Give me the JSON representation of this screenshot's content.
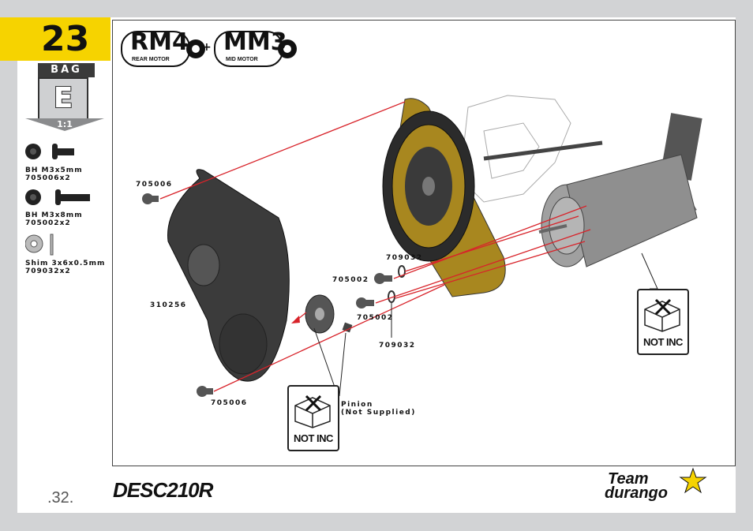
{
  "step": {
    "number": "23"
  },
  "bag": {
    "label": "BAG",
    "letter": "E",
    "scale": "1:1"
  },
  "hardware": [
    {
      "name": "BH M3x5mm",
      "part": "705006x2"
    },
    {
      "name": "BH M3x8mm",
      "part": "705002x2"
    },
    {
      "name": "Shim 3x6x0.5mm",
      "part": "709032x2"
    }
  ],
  "models": [
    {
      "code": "RM4",
      "sub": "REAR MOTOR"
    },
    {
      "code": "MM3",
      "sub": "MID MOTOR"
    }
  ],
  "plus": "+",
  "part_labels": {
    "screw_top": "705006",
    "cover": "310256",
    "screw_bottom": "705006",
    "screw_a": "705002",
    "screw_b": "705002",
    "shim_a": "709032",
    "shim_b": "709032",
    "pinion_1": "Pinion",
    "pinion_2": "(Not Supplied)"
  },
  "not_included": [
    {
      "text": "NOT INC"
    },
    {
      "text": "NOT INC"
    }
  ],
  "footer": {
    "page": ".32.",
    "brand": "DESC210R",
    "team_1": "Team",
    "team_2": "durango"
  },
  "colors": {
    "accent": "#f6d300",
    "arrow": "#d8232a",
    "gold": "#a8871f"
  }
}
